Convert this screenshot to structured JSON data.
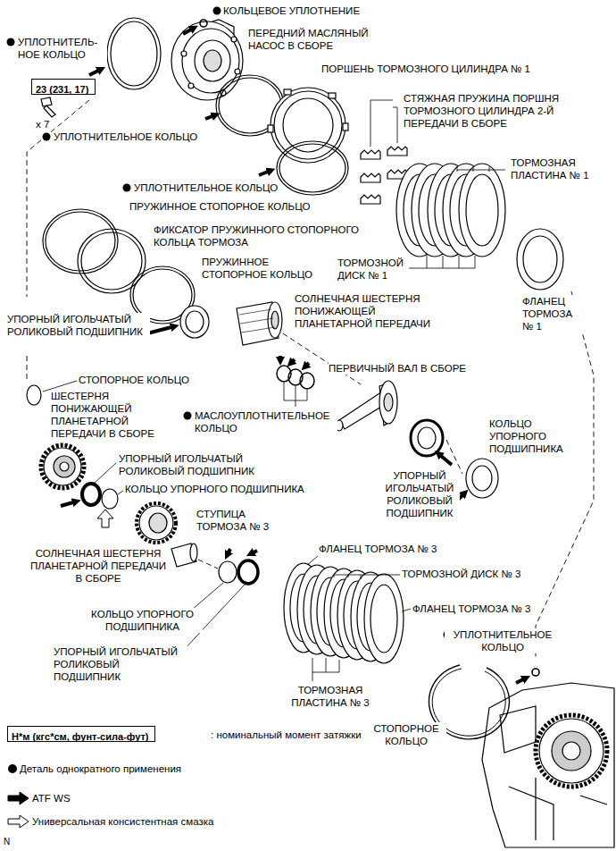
{
  "diagram": {
    "nodes": [
      {
        "text": [
          "23 (231, 17)"
        ]
      },
      {
        "text": [
          "Н*м (кгс*см, фунт-сила-фут)"
        ]
      }
    ],
    "labels": [
      "КОЛЬЦЕВОЕ УПЛОТНЕНИЕ",
      "УПЛОТНИТЕЛЬ- НОЕ КОЛЬЦО",
      "ПЕРЕДНИЙ МАСЛЯНЫЙ НАСОС В СБОРЕ",
      "ПОРШЕНЬ ТОРМОЗНОГО ЦИЛИНДРА № 1",
      "x 7",
      "УПЛОТНИТЕЛЬНОЕ КОЛЬЦО",
      "СТЯЖНАЯ ПРУЖИНА ПОРШНЯ ТОРМОЗНОГО ЦИЛИНДРА 2-Й ПЕРЕДАЧИ В СБОРЕ",
      "ТОРМОЗНАЯ ПЛАСТИНА № 1",
      "УПЛОТНИТЕЛЬНОЕ КОЛЬЦО",
      "ПРУЖИННОЕ СТОПОРНОЕ КОЛЬЦО",
      "ФИКСАТОР ПРУЖИННОГО СТОПОРНОГО КОЛЬЦА ТОРМОЗА",
      "ПРУЖИННОЕ СТОПОРНОЕ КОЛЬЦО",
      "ТОРМОЗНОЙ ДИСК № 1",
      "СОЛНЕЧНАЯ ШЕСТЕРНЯ ПОНИЖАЮЩЕЙ ПЛАНЕТАРНОЙ ПЕРЕДАЧИ",
      "ФЛАНЕЦ ТОРМОЗА № 1",
      "УПОРНЫЙ ИГОЛЬЧАТЫЙ РОЛИКОВЫЙ ПОДШИПНИК",
      "СТОПОРНОЕ КОЛЬЦО",
      "ПЕРВИЧНЫЙ ВАЛ В СБОРЕ",
      "ШЕСТЕРНЯ ПОНИЖАЮЩЕЙ ПЛАНЕТАРНОЙ ПЕРЕДАЧИ В СБОРЕ",
      "МАСЛОУПЛОТНИТЕЛЬНОЕ КОЛЬЦО",
      "КОЛЬЦО УПОРНОГО ПОДШИПНИКА",
      "УПОРНЫЙ ИГОЛЬЧАТЫЙ РОЛИКОВЫЙ ПОДШИПНИК",
      "КОЛЬЦО УПОРНОГО ПОДШИПНИКА",
      "УПОРНЫЙ ИГОЛЬЧАТЫЙ РОЛИКОВЫЙ ПОДШИПНИК",
      "СТУПИЦА ТОРМОЗА № 3",
      "СОЛНЕЧНАЯ ШЕСТЕРНЯ ПЛАНЕТАРНОЙ ПЕРЕДАЧИ В СБОРЕ",
      "ФЛАНЕЦ ТОРМОЗА № 3",
      "ТОРМОЗНОЙ ДИСК № 3",
      "ФЛАНЕЦ ТОРМОЗА № 3",
      "КОЛЬЦО УПОРНОГО ПОДШИПНИКА",
      "УПЛОТНИТЕЛЬНОЕ КОЛЬЦО",
      "УПОРНЫЙ ИГОЛЬЧАТЫЙ РОЛИКОВЫЙ ПОДШИПНИК",
      "ТОРМОЗНАЯ ПЛАСТИНА № 3",
      "СТОПОРНОЕ КОЛЬЦО",
      ": номинальный момент затяжки",
      "N"
    ],
    "legend": [
      {
        "text": "Деталь однократного применения"
      },
      {
        "text": "ATF WS"
      },
      {
        "text": "Универсальная консистентная смазка"
      }
    ]
  }
}
